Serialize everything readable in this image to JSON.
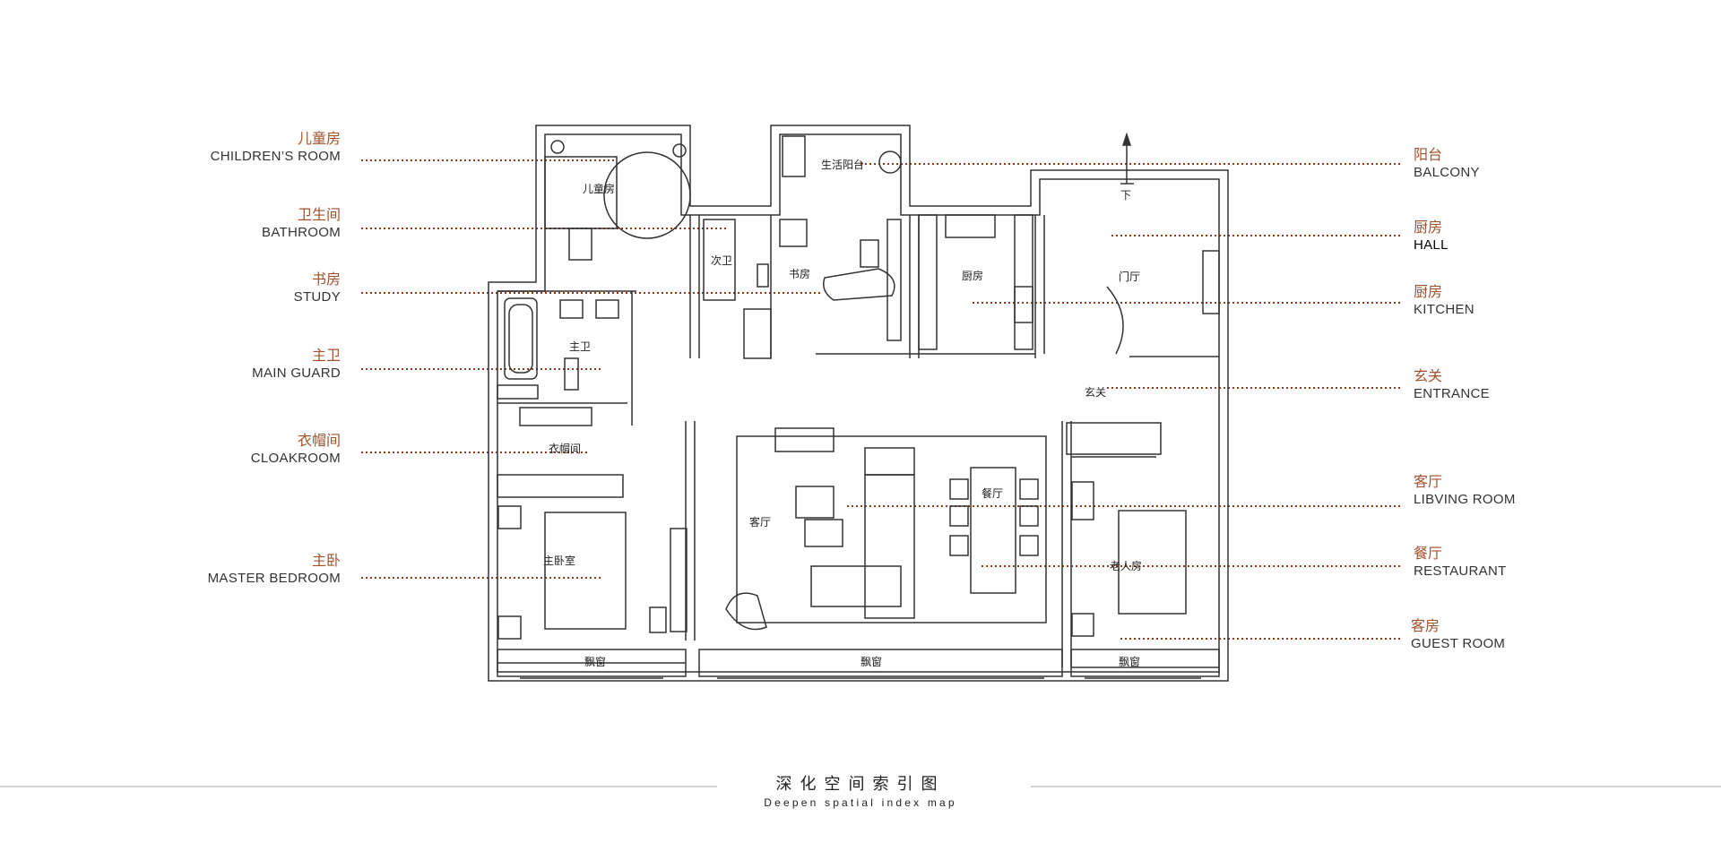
{
  "left_labels": [
    {
      "zh": "儿童房",
      "en": "CHILDREN’S ROOM"
    },
    {
      "zh": "卫生间",
      "en": "BATHROOM"
    },
    {
      "zh": "书房",
      "en": "STUDY"
    },
    {
      "zh": "主卫",
      "en": "MAIN GUARD"
    },
    {
      "zh": "衣帽间",
      "en": "CLOAKROOM"
    },
    {
      "zh": "主卧",
      "en": "MASTER BEDROOM"
    }
  ],
  "right_labels": [
    {
      "zh": "阳台",
      "en": "BALCONY"
    },
    {
      "zh": "厨房",
      "en": "HALL"
    },
    {
      "zh": "厨房",
      "en": "KITCHEN"
    },
    {
      "zh": "玄关",
      "en": "ENTRANCE"
    },
    {
      "zh": "客厅",
      "en": "LIBVING ROOM"
    },
    {
      "zh": "餐厅",
      "en": "RESTAURANT"
    },
    {
      "zh": "客房",
      "en": "GUEST ROOM"
    }
  ],
  "rooms": {
    "children": "儿童房",
    "balcony": "生活阳台",
    "bath2": "次卫",
    "study": "书房",
    "kitchen": "厨房",
    "hall": "门厅",
    "master_bath": "主卫",
    "entrance": "玄关",
    "cloak": "衣帽间",
    "living": "客厅",
    "dining": "餐厅",
    "master": "主卧室",
    "elder": "老人房",
    "bay1": "飘窗",
    "bay2": "飘窗",
    "bay3": "飘窗",
    "down_mark": "下"
  },
  "footer": {
    "title_zh": "深化空间索引图",
    "title_en": "Deepen spatial index map"
  },
  "colors": {
    "accent": "#a0522d",
    "leader": "#8b3a1a",
    "wall": "#333333"
  }
}
